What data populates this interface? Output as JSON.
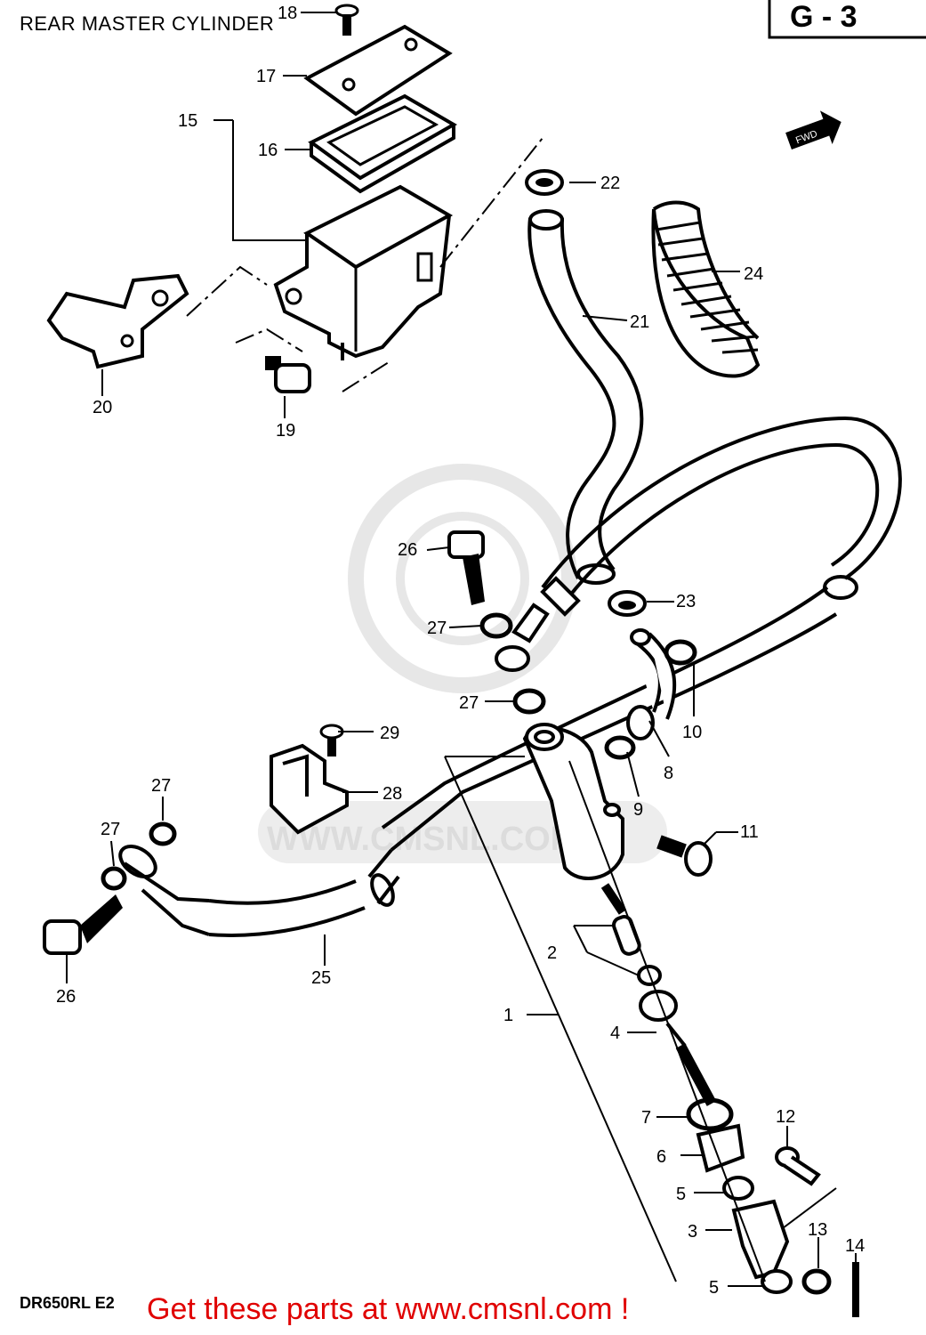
{
  "title": "REAR MASTER CYLINDER",
  "section_code": "G - 3",
  "fwd_label": "FWD",
  "watermark": "WWW.CMSNL.COM",
  "model_code": "DR650RL  E2",
  "promo_text": "Get these parts at www.cmsnl.com !",
  "colors": {
    "line": "#000000",
    "promo": "#e00000",
    "watermark": "#dcdcdc"
  },
  "callouts": [
    {
      "id": "15",
      "text": "15"
    },
    {
      "id": "16",
      "text": "16"
    },
    {
      "id": "17",
      "text": "17"
    },
    {
      "id": "18",
      "text": "18"
    },
    {
      "id": "19",
      "text": "19"
    },
    {
      "id": "20",
      "text": "20"
    },
    {
      "id": "21",
      "text": "21"
    },
    {
      "id": "22",
      "text": "22"
    },
    {
      "id": "23",
      "text": "23"
    },
    {
      "id": "24",
      "text": "24"
    },
    {
      "id": "26a",
      "text": "26"
    },
    {
      "id": "27a",
      "text": "27"
    },
    {
      "id": "27b",
      "text": "27"
    },
    {
      "id": "10",
      "text": "10"
    },
    {
      "id": "8",
      "text": "8"
    },
    {
      "id": "29",
      "text": "29"
    },
    {
      "id": "28",
      "text": "28"
    },
    {
      "id": "9",
      "text": "9"
    },
    {
      "id": "27c",
      "text": "27"
    },
    {
      "id": "27d",
      "text": "27"
    },
    {
      "id": "11",
      "text": "11"
    },
    {
      "id": "26b",
      "text": "26"
    },
    {
      "id": "25",
      "text": "25"
    },
    {
      "id": "2",
      "text": "2"
    },
    {
      "id": "1",
      "text": "1"
    },
    {
      "id": "4",
      "text": "4"
    },
    {
      "id": "7",
      "text": "7"
    },
    {
      "id": "12",
      "text": "12"
    },
    {
      "id": "6",
      "text": "6"
    },
    {
      "id": "5a",
      "text": "5"
    },
    {
      "id": "3",
      "text": "3"
    },
    {
      "id": "13",
      "text": "13"
    },
    {
      "id": "14",
      "text": "14"
    },
    {
      "id": "5b",
      "text": "5"
    }
  ]
}
